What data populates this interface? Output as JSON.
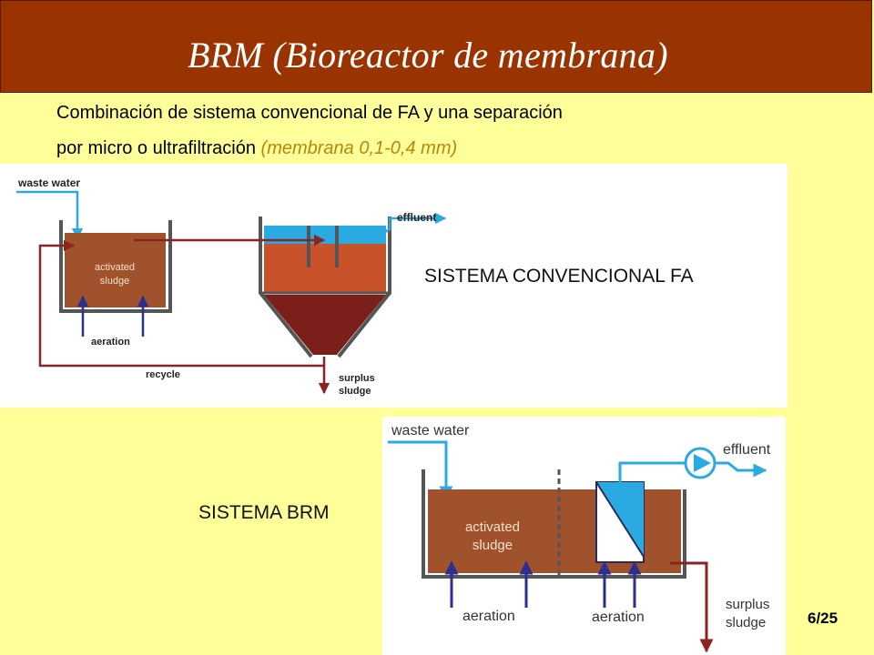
{
  "slide": {
    "title": "BRM (Bioreactor de membrana)",
    "intro_line1": "Combinación de sistema convencional de FA y una separación",
    "intro_line2_main": "por micro o ultrafiltración ",
    "intro_line2_note": "(membrana 0,1-0,4 mm)",
    "page": "6/25"
  },
  "conventional": {
    "label": "SISTEMA CONVENCIONAL FA",
    "waste_water": "waste water",
    "tank_line1": "activated",
    "tank_line2": "sludge",
    "aeration": "aeration",
    "effluent": "effluent",
    "recycle": "recycle",
    "surplus1": "surplus",
    "surplus2": "sludge"
  },
  "brm": {
    "label": "SISTEMA  BRM",
    "waste_water": "waste water",
    "tank_line1": "activated",
    "tank_line2": "sludge",
    "aeration1": "aeration",
    "aeration2": "aeration",
    "effluent": "effluent",
    "surplus1": "surplus",
    "surplus2": "sludge"
  },
  "colors": {
    "title_bg": "#993300",
    "slide_bg": "#ffff99",
    "sludge": "#a0522d",
    "dark_sludge": "#7a1f1a",
    "water": "#29aae1",
    "air": "#2b2f8f",
    "recycle_line": "#8b2323",
    "tank_wall": "#555555"
  }
}
